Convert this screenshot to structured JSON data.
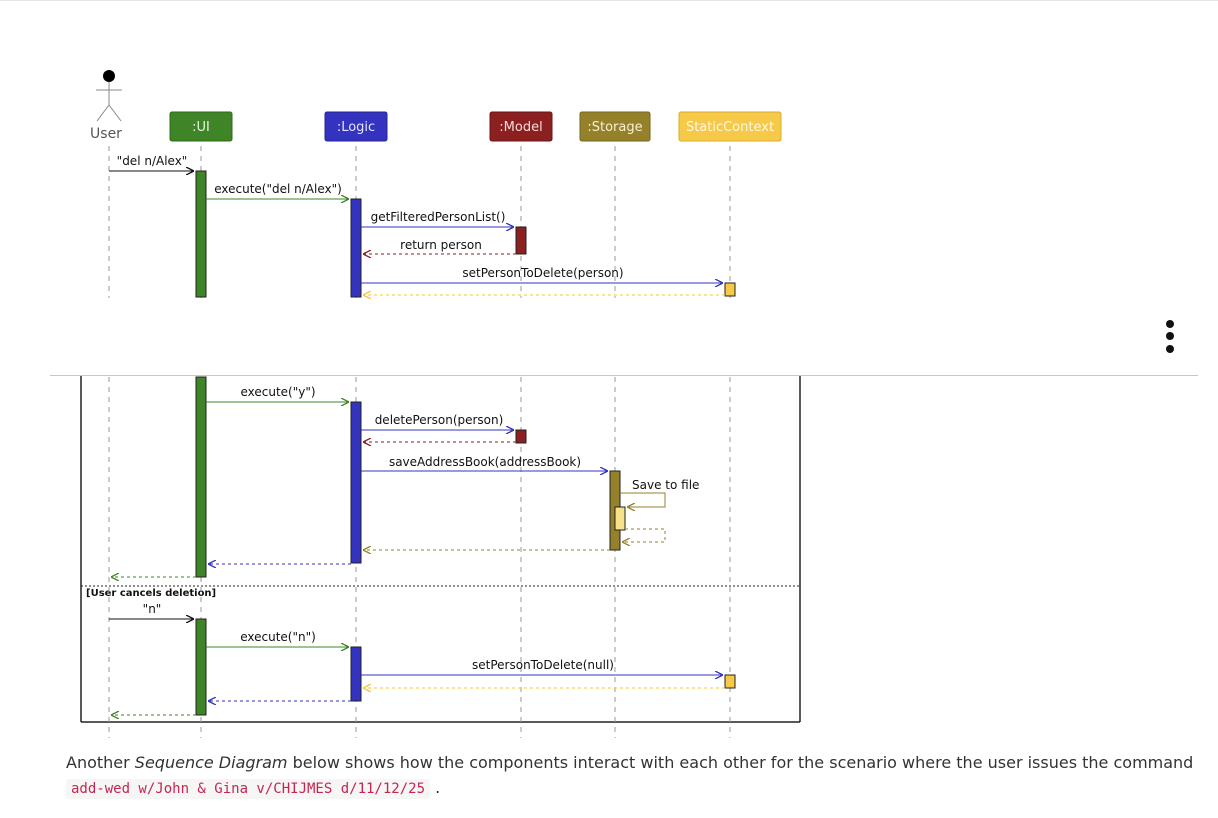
{
  "participants": {
    "user": "User",
    "ui": ":UI",
    "logic": ":Logic",
    "model": ":Model",
    "storage": ":Storage",
    "context": "StaticContext"
  },
  "colors": {
    "ui": "#3f8427",
    "logic": "#3333c0",
    "model": "#8c1f1f",
    "storage": "#94812a",
    "context": "#f7c948",
    "storage_light": "#f7e28a"
  },
  "messages": {
    "del_cmd": "\"del n/Alex\"",
    "execute_del": "execute(\"del n/Alex\")",
    "get_filtered": "getFilteredPersonList()",
    "return_person": "return person",
    "set_to_delete": "setPersonToDelete(person)",
    "execute_y": "execute(\"y\")",
    "delete_person": "deletePerson(person)",
    "save_book": "saveAddressBook(addressBook)",
    "save_file": "Save to file",
    "n_cmd": "\"n\"",
    "execute_n": "execute(\"n\")",
    "set_null": "setPersonToDelete(null)"
  },
  "alt_guard": "[User cancels deletion]",
  "menu": {
    "icon": "more-vertical-icon"
  },
  "caption": {
    "pre": "Another ",
    "italic": "Sequence Diagram",
    "post": " below shows how the components interact with each other for the scenario where the user issues the command",
    "code": "add-wed w/John & Gina v/CHIJMES d/11/12/25",
    "end": "."
  }
}
